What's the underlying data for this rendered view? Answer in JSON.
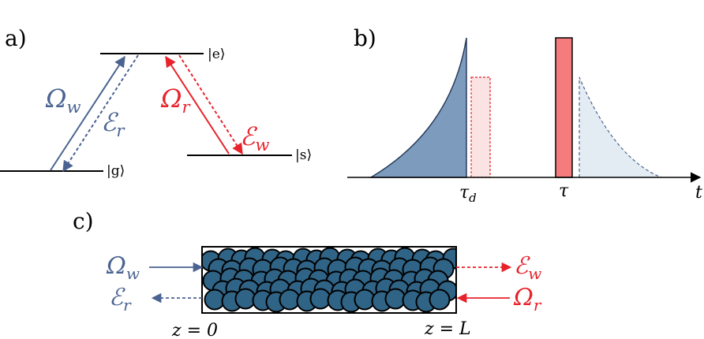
{
  "panels": {
    "a": "a)",
    "b": "b)",
    "c": "c)"
  },
  "level_diagram": {
    "excited": "|e⟩",
    "ground": "|g⟩",
    "storage": "|s⟩",
    "omega_w": {
      "base": "Ω",
      "sub": "w"
    },
    "field_r": {
      "base": "ℰ",
      "sub": "r"
    },
    "omega_r": {
      "base": "Ω",
      "sub": "r"
    },
    "field_w": {
      "base": "ℰ",
      "sub": "w"
    }
  },
  "timeline": {
    "axis_label": "t",
    "tau_d": {
      "base": "τ",
      "sub": "d"
    },
    "tau": "τ"
  },
  "medium": {
    "left_in": {
      "base": "Ω",
      "sub": "w"
    },
    "left_out": {
      "base": "ℰ",
      "sub": "r"
    },
    "right_out": {
      "base": "ℰ",
      "sub": "w"
    },
    "right_in": {
      "base": "Ω",
      "sub": "r"
    },
    "z0": "z = 0",
    "zL": "z = L"
  },
  "colors": {
    "blue": "#4a6391",
    "red": "#e8222b",
    "atom_fill": "#2f6487",
    "pulse_blue_fill": "#7d9cbd",
    "pulse_red_fill": "#f47c7c",
    "light_red_fill": "#fbe3e3",
    "light_blue_fill": "#e3ebf3"
  }
}
